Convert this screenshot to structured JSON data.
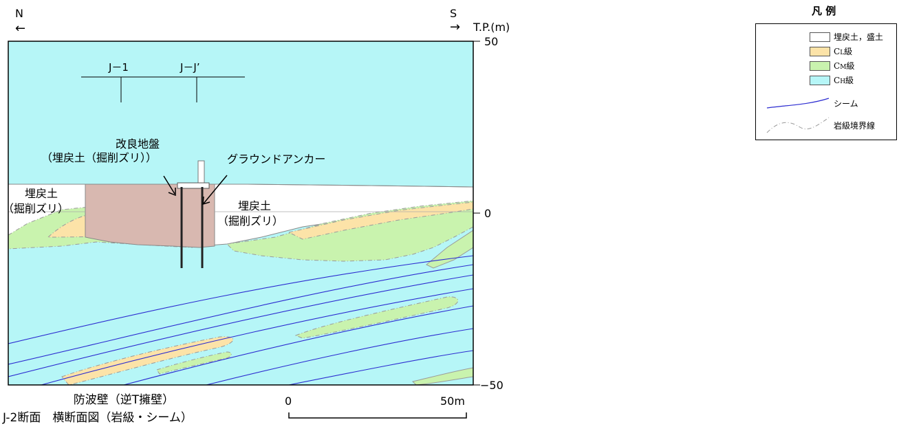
{
  "orientation": {
    "north": "N",
    "south": "S",
    "north_arrow": "←",
    "south_arrow": "→"
  },
  "elevation_axis": {
    "unit_label": "T.P.(m)",
    "ticks": [
      "50",
      "0",
      "−50"
    ]
  },
  "section_markers": {
    "j1": "J－1",
    "jj": "J－J’"
  },
  "annotations": {
    "improved_ground_line1": "改良地盤",
    "improved_ground_line2": "（埋戻土（掘削ズリ））",
    "ground_anchor": "グラウンドアンカー",
    "backfill_left_line1": "埋戻土",
    "backfill_left_line2": "（掘削ズリ）",
    "backfill_right_line1": "埋戻土",
    "backfill_right_line2": "（掘削ズリ）"
  },
  "scale_bar": {
    "start": "0",
    "end": "50m"
  },
  "caption": {
    "line1": "防波壁（逆T擁壁）",
    "line2": "J-2断面　横断面図（岩級・シーム）"
  },
  "legend": {
    "title": "凡 例",
    "items": [
      {
        "label": "埋戻土，盛土",
        "main": "",
        "sub": "",
        "tail": "",
        "color": "#ffffff"
      },
      {
        "label": "",
        "main": "C",
        "sub": "L",
        "tail": "級",
        "color": "#fce3a8"
      },
      {
        "label": "",
        "main": "C",
        "sub": "M",
        "tail": "級",
        "color": "#c9f3ae"
      },
      {
        "label": "",
        "main": "C",
        "sub": "H",
        "tail": "級",
        "color": "#b6f6f7"
      },
      {
        "label": "シーム",
        "main": "",
        "sub": "",
        "tail": "",
        "color": "#2a2ad0"
      },
      {
        "label": "岩級境界線",
        "main": "",
        "sub": "",
        "tail": "",
        "color": "#9a9a9a"
      }
    ]
  },
  "colors": {
    "backfill": "#ffffff",
    "improved_ground": "#d8b8b0",
    "cl": "#fce3a8",
    "cm": "#c9f3ae",
    "ch": "#b6f6f7",
    "seam": "#2a2ad0",
    "boundary": "#9a9a9a"
  }
}
